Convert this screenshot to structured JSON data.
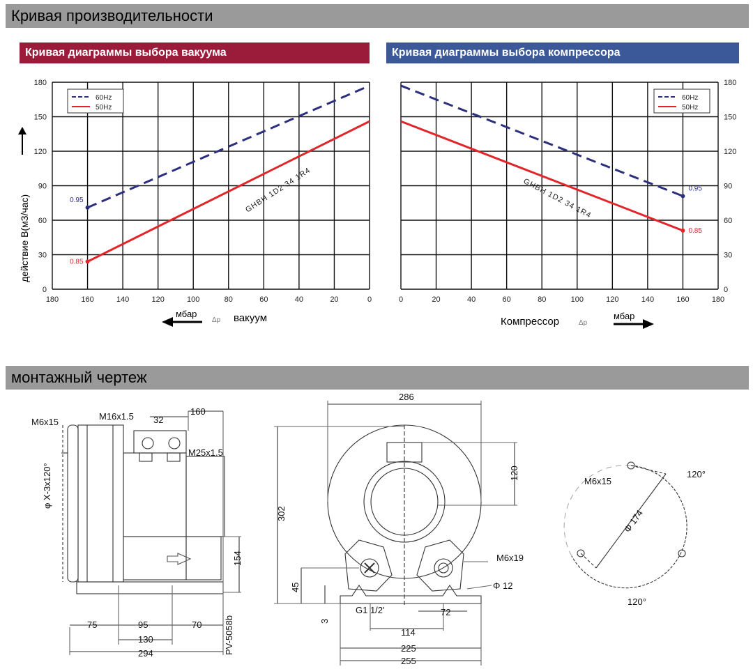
{
  "sections": {
    "performance_title": "Кривая производительности",
    "mounting_title": "монтажный чертеж"
  },
  "charts": {
    "vacuum": {
      "title": "Кривая диаграммы выбора вакуума",
      "color": "#9b1b3a",
      "unit": "мбар",
      "delta": "Δp",
      "axis_word": "вакуум"
    },
    "compressor": {
      "title": "Кривая диаграммы выбора компрессора",
      "color": "#3b5898",
      "unit": "мбар",
      "delta": "Δp",
      "axis_word": "Компрессор"
    },
    "ylabel": "действие B(м3/час)",
    "model_label": "GHBH 1D2 34 1R4"
  },
  "chart_data": [
    {
      "type": "line",
      "title": "Кривая диаграммы выбора вакуума",
      "xlabel": "вакуум Δp мбар",
      "ylabel": "действие B(м3/час)",
      "x_reversed": true,
      "xlim": [
        0,
        180
      ],
      "ylim": [
        0,
        180
      ],
      "xticks": [
        180,
        160,
        140,
        120,
        100,
        80,
        60,
        40,
        20,
        0
      ],
      "yticks": [
        0,
        30,
        60,
        90,
        120,
        150,
        180
      ],
      "grid": true,
      "legend": "top-left",
      "series": [
        {
          "name": "60Hz",
          "style": "dashed",
          "color": "#2b2f7e",
          "x": [
            160,
            0
          ],
          "y": [
            71,
            177
          ],
          "end_label": "0.95"
        },
        {
          "name": "50Hz",
          "style": "solid",
          "color": "#e0262b",
          "x": [
            160,
            0
          ],
          "y": [
            24,
            146
          ],
          "end_label": "0.85"
        }
      ]
    },
    {
      "type": "line",
      "title": "Кривая диаграммы выбора компрессора",
      "xlabel": "Компрессор Δp мбар",
      "ylabel": "действие B(м3/час)",
      "xlim": [
        0,
        180
      ],
      "ylim": [
        0,
        180
      ],
      "xticks": [
        0,
        20,
        40,
        60,
        80,
        100,
        120,
        140,
        160,
        180
      ],
      "yticks": [
        0,
        30,
        60,
        90,
        120,
        150,
        180
      ],
      "grid": true,
      "legend": "top-right",
      "series": [
        {
          "name": "60Hz",
          "style": "dashed",
          "color": "#2b2f7e",
          "x": [
            0,
            160
          ],
          "y": [
            177,
            81
          ],
          "end_label": "0.95"
        },
        {
          "name": "50Hz",
          "style": "solid",
          "color": "#e0262b",
          "x": [
            0,
            160
          ],
          "y": [
            146,
            51
          ],
          "end_label": "0.85"
        }
      ]
    }
  ],
  "drawing": {
    "side": {
      "m6x15": "M6x15",
      "m16": "M16x1.5",
      "dim32": "32",
      "dim160": "160",
      "m25": "M25x1.5",
      "phi": "φ X-3x120°",
      "d154": "154",
      "d75": "75",
      "d95": "95",
      "d70": "70",
      "d130": "130",
      "d294": "294",
      "model": "PV-5058b"
    },
    "front": {
      "d286": "286",
      "d120": "120",
      "d302": "302",
      "d45": "45",
      "d3": "3",
      "g1": "G1 1/2'",
      "d72": "72",
      "d114": "114",
      "d225": "225",
      "d255": "255",
      "m6x19": "M6x19",
      "phi12": "Φ 12"
    },
    "flange": {
      "m6x15": "M6x15",
      "a120top": "120°",
      "a120bot": "120°",
      "phi174": "Φ 174"
    }
  }
}
